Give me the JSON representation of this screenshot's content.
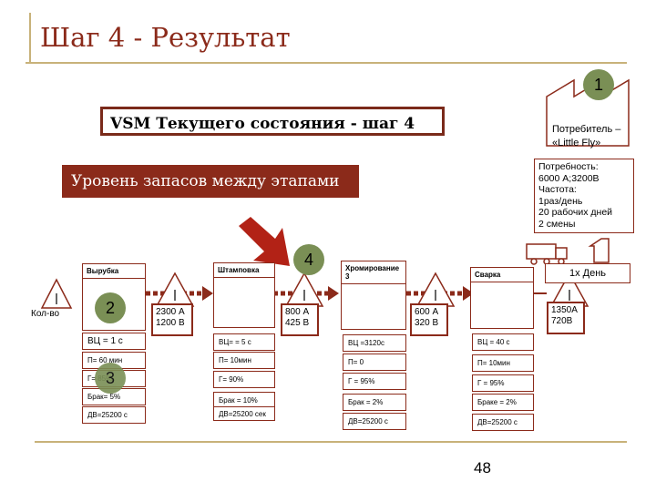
{
  "page": {
    "title": "Шаг 4 - Результат",
    "page_number": "48",
    "vsm_label": "VSM Текущего состояния  - шаг 4",
    "inventory_label": "Уровень запасов между этапами"
  },
  "customer": {
    "name": "Потребитель – «Little Fly»",
    "info": [
      "Потребность:",
      "6000 А;3200В",
      "Частота:",
      "1раз/день",
      "20 рабочих дней",
      "2  смены"
    ],
    "frequency": "1х День"
  },
  "inventory": {
    "start": "Кол-во",
    "i1": [
      "2300 А",
      "1200 В"
    ],
    "i2": [
      "800 А",
      "425 В"
    ],
    "i3": [
      "600 А",
      "320 В"
    ],
    "i4": [
      "1350А",
      "720В"
    ]
  },
  "processes": [
    {
      "name": "Вырубка",
      "cells": [
        "ВЦ = 1 с",
        "П= 60 мин",
        "Г= 85%",
        "Брак= 5%",
        "ДВ=25200 с"
      ]
    },
    {
      "name": "Штамповка",
      "cells": [
        "ВЦ= = 5 с",
        "П= 10мин",
        "Г= 90%",
        "Брак = 10%",
        "ДВ=25200 сек"
      ]
    },
    {
      "name": "Хромирование 3",
      "cells": [
        "ВЦ =3120с",
        "П= 0",
        "Г = 95%",
        "Брак = 2%",
        "ДВ=25200 с"
      ]
    },
    {
      "name": "Сварка",
      "cells": [
        "ВЦ = 40 с",
        "П= 10мин",
        "Г = 95%",
        "Браке = 2%",
        "ДВ=25200 с"
      ]
    }
  ],
  "markers": {
    "m1": "1",
    "m2": "2",
    "m3": "3",
    "m4": "4"
  },
  "colors": {
    "accent": "#8b2a1a",
    "marker": "#7a8f55",
    "rule": "#c8b27a"
  }
}
